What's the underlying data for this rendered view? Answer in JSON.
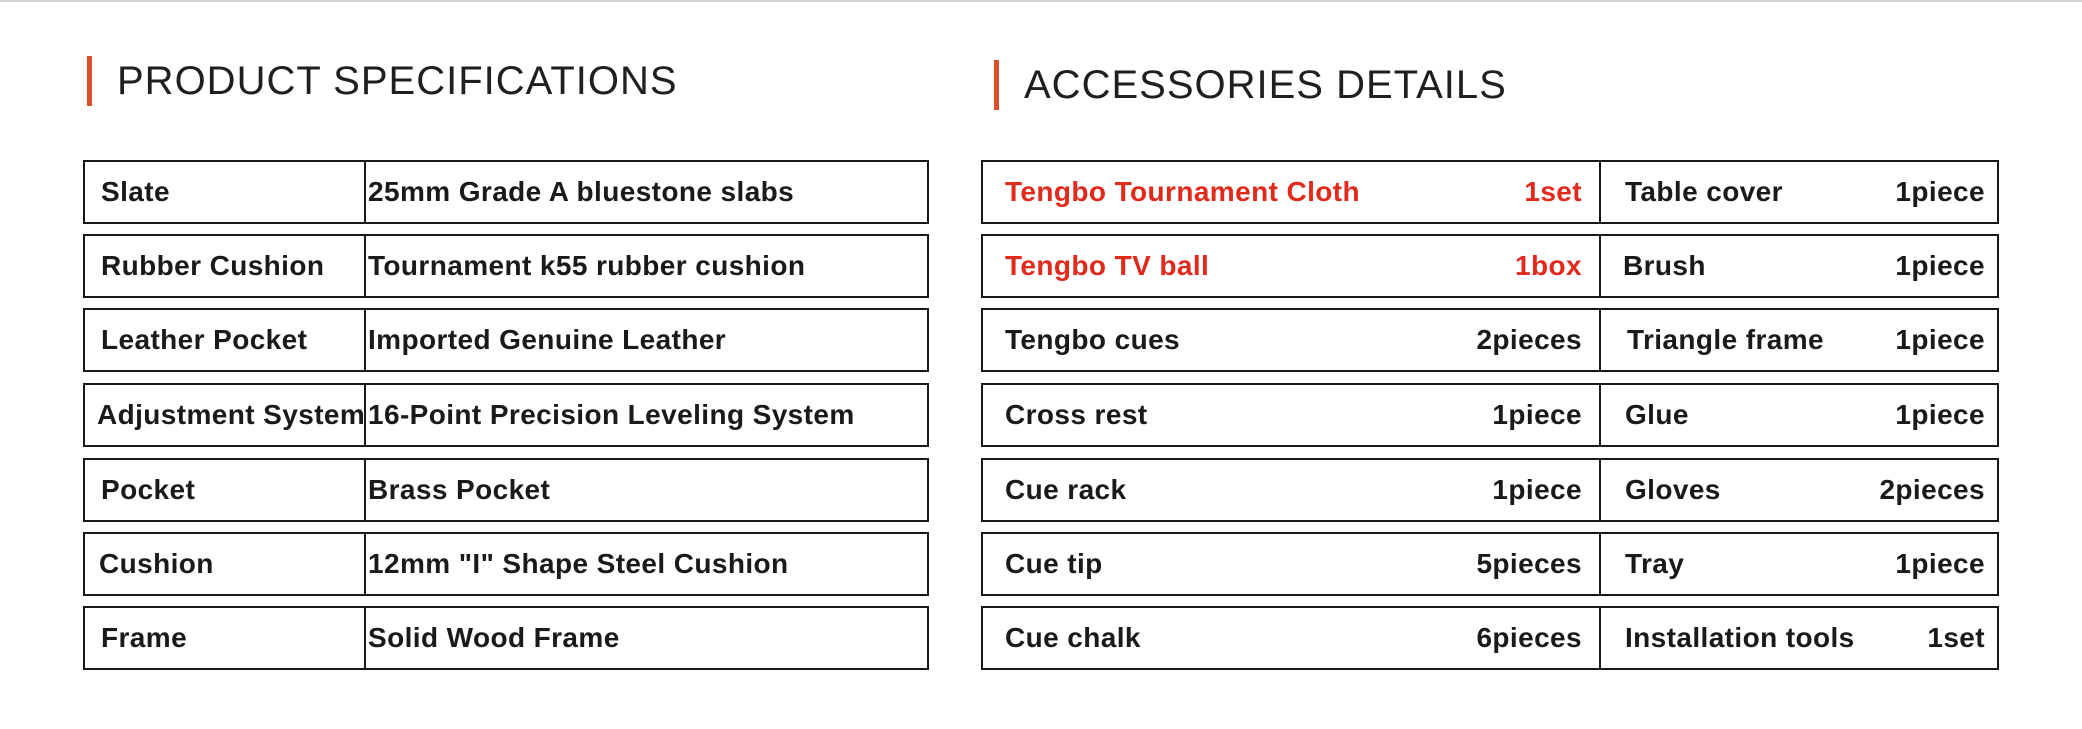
{
  "colors": {
    "accent": "#d9502b",
    "highlight": "#e22a1c",
    "border": "#1a1a1a"
  },
  "spec": {
    "title": "PRODUCT SPECIFICATIONS",
    "rows": [
      {
        "label": "Slate",
        "value": "25mm Grade A bluestone slabs"
      },
      {
        "label": "Rubber Cushion",
        "value": "Tournament k55 rubber cushion"
      },
      {
        "label": "Leather Pocket",
        "value": "Imported Genuine Leather"
      },
      {
        "label": "Adjustment System",
        "value": "16-Point Precision Leveling System"
      },
      {
        "label": "Pocket",
        "value": "Brass Pocket"
      },
      {
        "label": "Cushion",
        "value": "12mm \"I\" Shape Steel Cushion"
      },
      {
        "label": "Frame",
        "value": "Solid Wood Frame"
      }
    ]
  },
  "accessories": {
    "title": "ACCESSORIES DETAILS",
    "rows": [
      {
        "name": "Tengbo Tournament  Cloth",
        "qty": "1set",
        "name2": "Table cover",
        "qty2": "1piece",
        "highlight": true
      },
      {
        "name": "Tengbo TV ball",
        "qty": "1box",
        "name2": "Brush",
        "qty2": "1piece",
        "highlight": true
      },
      {
        "name": "Tengbo cues",
        "qty": "2pieces",
        "name2": "Triangle frame",
        "qty2": "1piece",
        "highlight": false
      },
      {
        "name": "Cross rest",
        "qty": "1piece",
        "name2": "Glue",
        "qty2": "1piece",
        "highlight": false
      },
      {
        "name": "Cue rack",
        "qty": "1piece",
        "name2": "Gloves",
        "qty2": "2pieces",
        "highlight": false
      },
      {
        "name": "Cue tip",
        "qty": "5pieces",
        "name2": "Tray",
        "qty2": "1piece",
        "highlight": false
      },
      {
        "name": "Cue chalk",
        "qty": "6pieces",
        "name2": "Installation tools",
        "qty2": "1set",
        "highlight": false
      }
    ]
  }
}
